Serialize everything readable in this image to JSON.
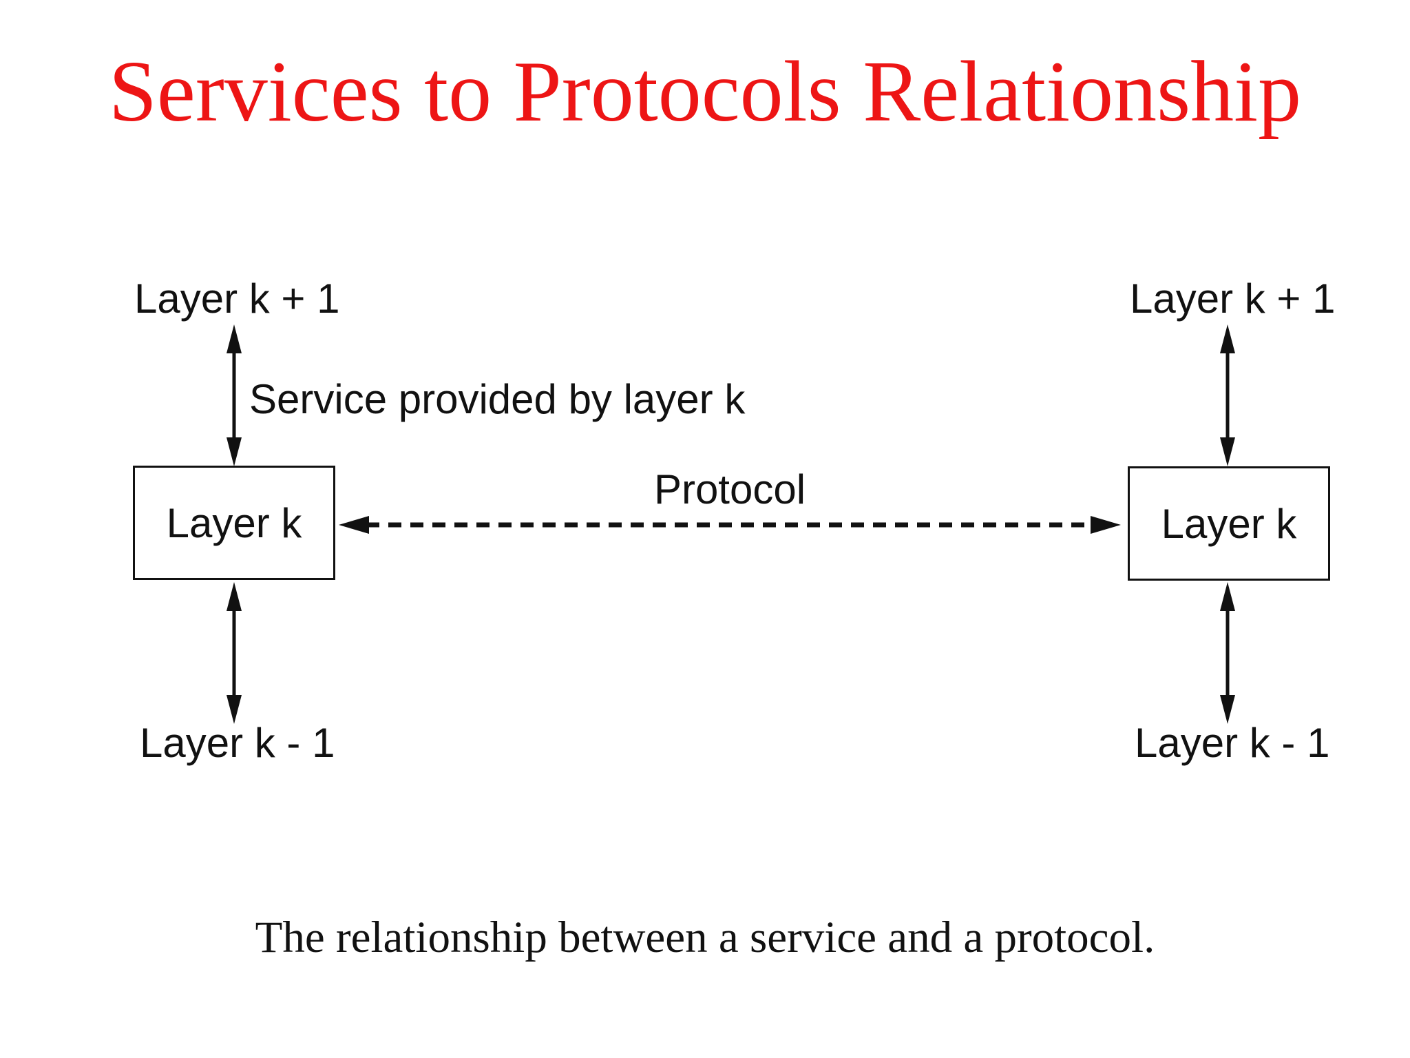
{
  "slide": {
    "title": "Services to Protocols Relationship",
    "caption": "The relationship between a service and a protocol."
  },
  "diagram": {
    "service_arrow_label": "Service provided by layer k",
    "protocol_arrow_label": "Protocol",
    "left_stack": {
      "upper_label": "Layer k + 1",
      "box_label": "Layer k",
      "lower_label": "Layer k - 1"
    },
    "right_stack": {
      "upper_label": "Layer k + 1",
      "box_label": "Layer k",
      "lower_label": "Layer k - 1"
    }
  },
  "colors": {
    "title_red": "#ed1515",
    "diagram_black": "#111111",
    "background": "#ffffff"
  }
}
